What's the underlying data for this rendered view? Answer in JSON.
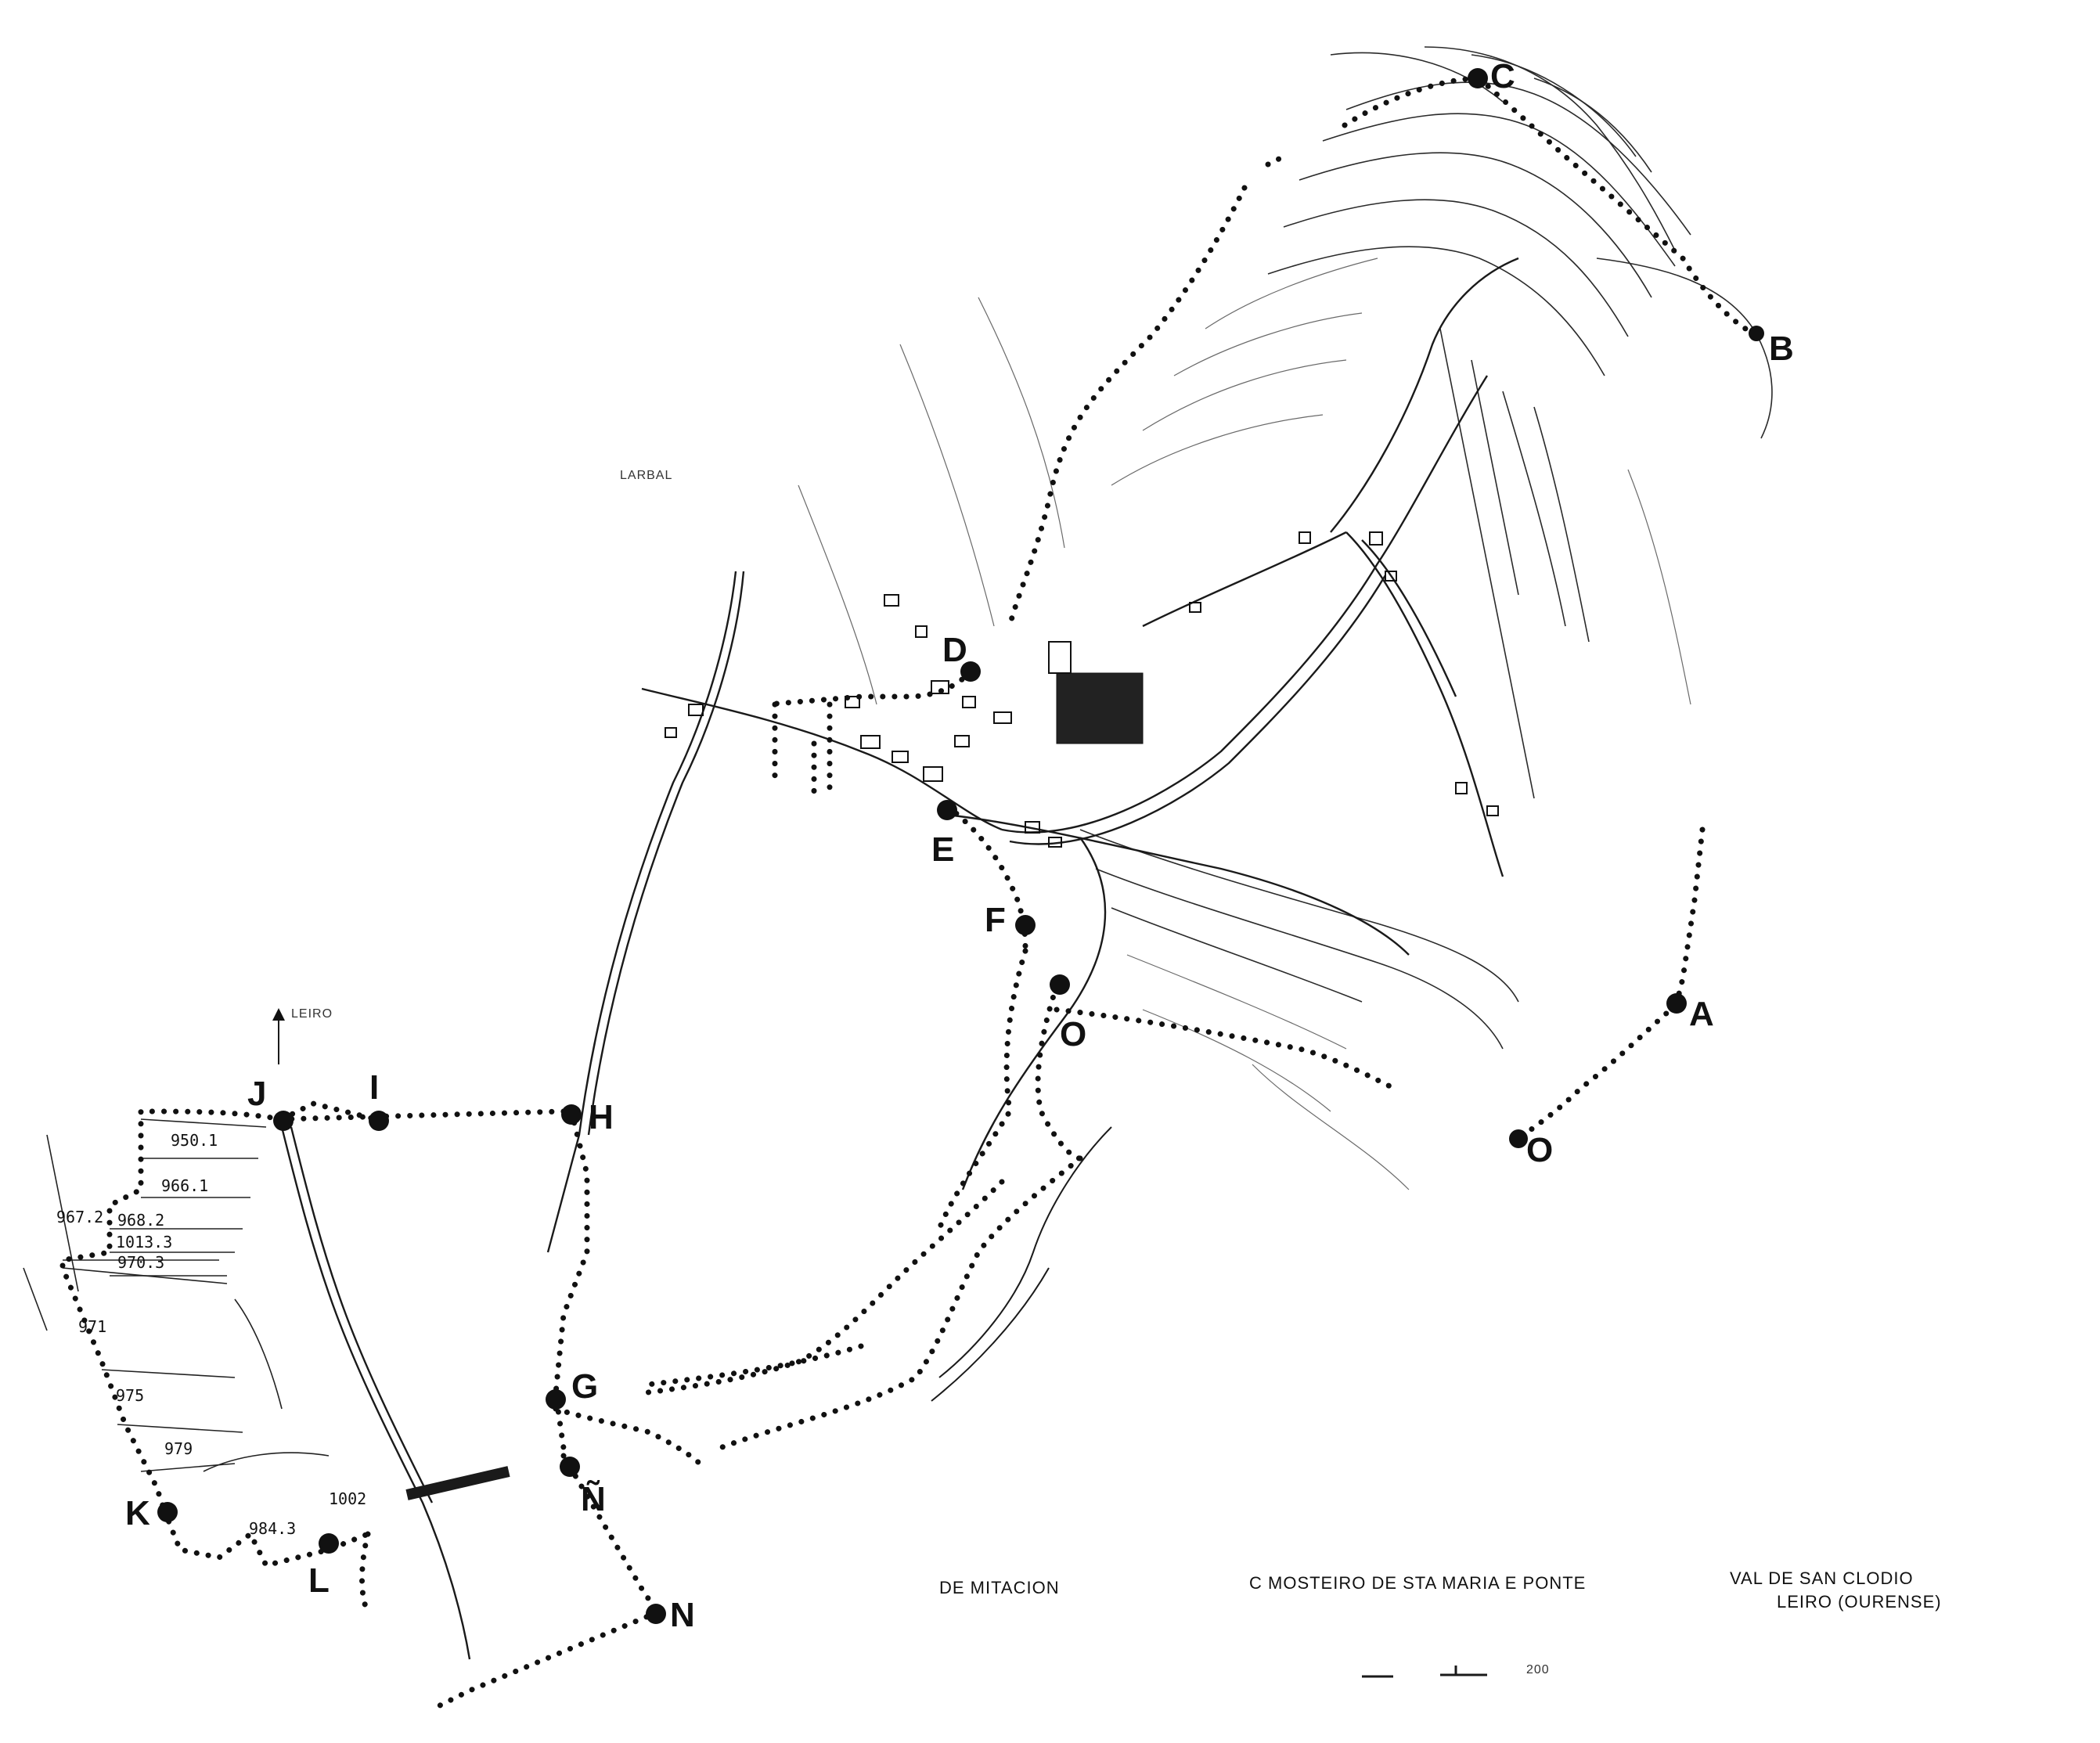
{
  "map": {
    "caption_left": "DE MITACION",
    "caption_main": "C MOSTEIRO DE STA MARIA E PONTE",
    "caption_right_1": "VAL DE SAN CLODIO",
    "caption_right_2": "LEIRO (OURENSE)",
    "scale_text": "200",
    "direction_label": "LEIRO",
    "place_label": "LARBAL"
  },
  "points": [
    {
      "id": "A",
      "label": "A"
    },
    {
      "id": "B",
      "label": "B"
    },
    {
      "id": "C",
      "label": "C"
    },
    {
      "id": "D",
      "label": "D"
    },
    {
      "id": "E",
      "label": "E"
    },
    {
      "id": "F",
      "label": "F"
    },
    {
      "id": "G",
      "label": "G"
    },
    {
      "id": "H",
      "label": "H"
    },
    {
      "id": "I",
      "label": "I"
    },
    {
      "id": "J",
      "label": "J"
    },
    {
      "id": "K",
      "label": "K"
    },
    {
      "id": "L",
      "label": "L"
    },
    {
      "id": "N",
      "label": "N"
    },
    {
      "id": "NN",
      "label": "Ñ"
    },
    {
      "id": "O",
      "label": "O"
    },
    {
      "id": "P",
      "label": "O"
    }
  ],
  "parcels": [
    "950.1",
    "966.1",
    "967.2",
    "968.2",
    "1013.3",
    "970.3",
    "971",
    "975",
    "979",
    "984.3",
    "1002"
  ]
}
